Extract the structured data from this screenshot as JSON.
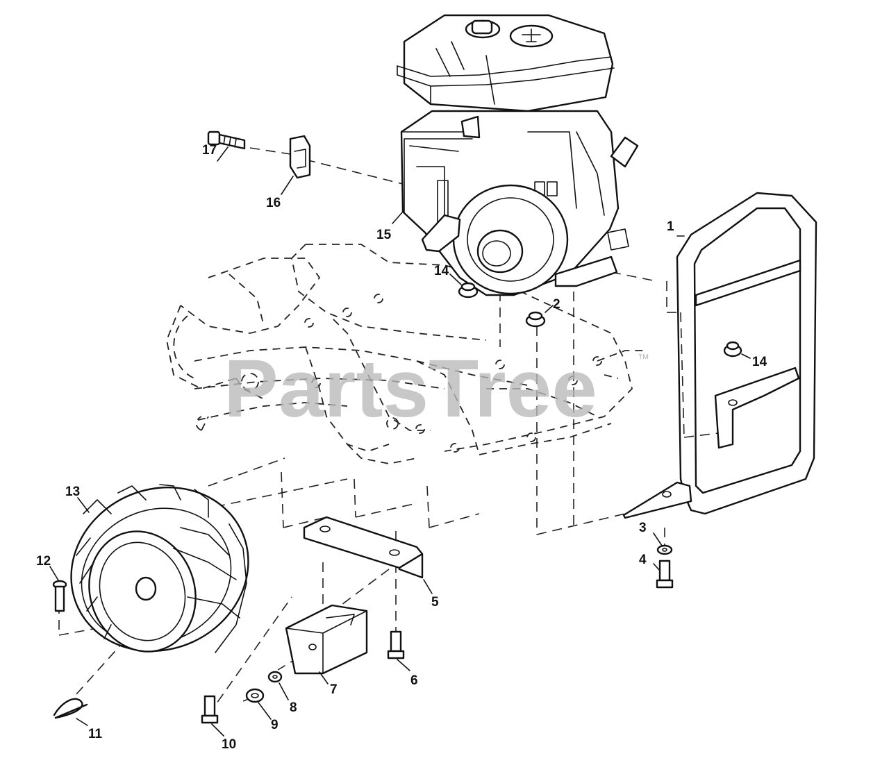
{
  "watermark": {
    "text": "PartsTree",
    "trademark": "™"
  },
  "callouts": [
    {
      "id": "c1",
      "num": "1"
    },
    {
      "id": "c2",
      "num": "2"
    },
    {
      "id": "c3",
      "num": "3"
    },
    {
      "id": "c4",
      "num": "4"
    },
    {
      "id": "c5",
      "num": "5"
    },
    {
      "id": "c6",
      "num": "6"
    },
    {
      "id": "c7",
      "num": "7"
    },
    {
      "id": "c8",
      "num": "8"
    },
    {
      "id": "c9",
      "num": "9"
    },
    {
      "id": "c10",
      "num": "10"
    },
    {
      "id": "c11",
      "num": "11"
    },
    {
      "id": "c12",
      "num": "12"
    },
    {
      "id": "c13",
      "num": "13"
    },
    {
      "id": "c14a",
      "num": "14"
    },
    {
      "id": "c14b",
      "num": "14"
    },
    {
      "id": "c15",
      "num": "15"
    },
    {
      "id": "c16",
      "num": "16"
    },
    {
      "id": "c17",
      "num": "17"
    }
  ]
}
